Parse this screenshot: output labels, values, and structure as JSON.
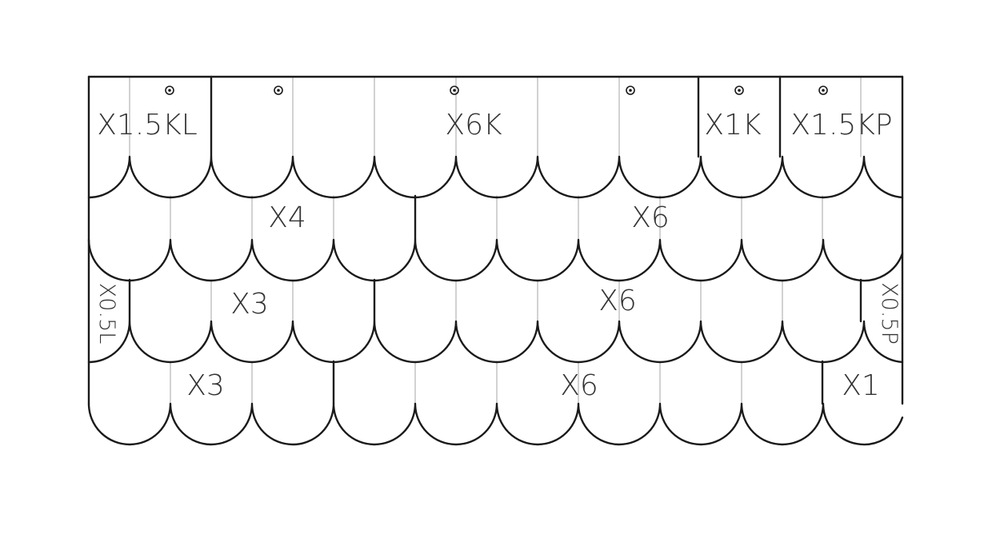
{
  "colors": {
    "outline": "#1a1a1a",
    "thin_line": "#b5b5b5",
    "label": "#333333",
    "background": "#ffffff"
  },
  "diagram": {
    "rows": [
      {
        "tiles": 10,
        "groups": [
          {
            "label": "X1.5KL",
            "span": 1.5
          },
          {
            "label": "X6K",
            "span": 6
          },
          {
            "label": "X1K",
            "span": 1
          },
          {
            "label": "X1.5KP",
            "span": 1.5
          }
        ],
        "markers": 6
      },
      {
        "tiles": 10,
        "groups": [
          {
            "label": "X4",
            "span": 4
          },
          {
            "label": "X6",
            "span": 6
          }
        ]
      },
      {
        "tiles": 10,
        "groups": [
          {
            "label": "X0.5L",
            "span": 0.5
          },
          {
            "label": "X3",
            "span": 3
          },
          {
            "label": "X6",
            "span": 6
          },
          {
            "label": "X0.5P",
            "span": 0.5
          }
        ]
      },
      {
        "tiles": 10,
        "groups": [
          {
            "label": "X3",
            "span": 3
          },
          {
            "label": "X6",
            "span": 6
          },
          {
            "label": "X1",
            "span": 1
          }
        ]
      }
    ]
  }
}
